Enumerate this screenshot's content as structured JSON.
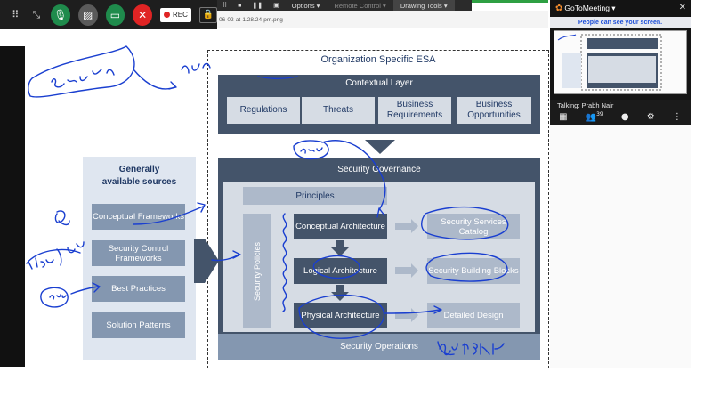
{
  "meeting_toolbar": {
    "rec_label": "REC"
  },
  "drawing_toolbar": {
    "options_label": "Options ▾",
    "remote_control_label": "Remote Control ▾",
    "drawing_tools_label": "Drawing Tools ▾"
  },
  "file_strip": {
    "filename": "06-02-at-1.28.24-pm.png"
  },
  "diagram": {
    "title": "Organization Specific ESA",
    "context_layer": {
      "title": "Contextual Layer",
      "items": [
        "Regulations",
        "Threats",
        "Business Requirements",
        "Business Opportunities"
      ]
    },
    "governance": {
      "title": "Security Governance",
      "principles": "Principles",
      "policies": "Security Policies",
      "architectures": [
        "Conceptual Architecture",
        "Logical Architecture",
        "Physical Architecture"
      ],
      "outputs": [
        "Security Services Catalog",
        "Security Building Blocks",
        "Detailed Design"
      ],
      "operations": "Security Operations"
    },
    "sources": {
      "title": "Generally available sources",
      "items": [
        "Conceptual Frameworks",
        "Security Control Frameworks",
        "Best Practices",
        "Solution Patterns"
      ]
    }
  },
  "gotomeeting": {
    "brand": "GoToMeeting ▾",
    "share_notice": "People can see your screen.",
    "talking": "Talking: Prabh Nair",
    "attendees_count": "39"
  },
  "colors": {
    "dark_box": "#44546a",
    "light_box": "#d6dce4",
    "mid_box": "#8497b0",
    "ink": "#1a3fd0"
  }
}
